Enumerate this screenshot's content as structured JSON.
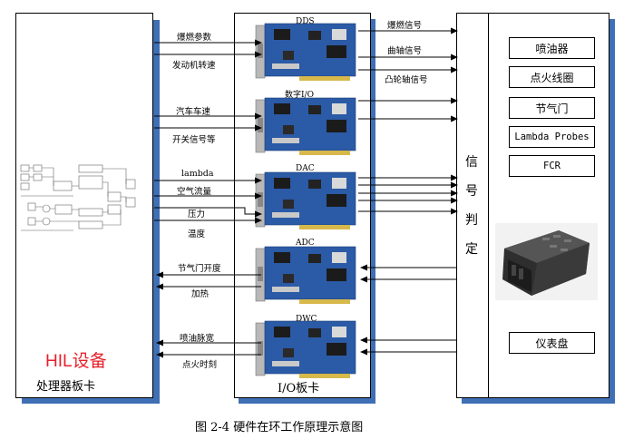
{
  "hil": {
    "title": "HIL设备",
    "subtitle": "处理器板卡",
    "title_color": "#e8202a"
  },
  "io": {
    "caption": "I/O板卡",
    "cards": [
      "DDS",
      "数字I/O",
      "DAC",
      "ADC",
      "DWC"
    ]
  },
  "inputs_to_io": [
    {
      "text": "爆燃参数"
    },
    {
      "text": "发动机转速"
    },
    {
      "text": "汽车车速"
    },
    {
      "text": "开关信号等"
    },
    {
      "text": "lambda"
    },
    {
      "text": "空气流量"
    },
    {
      "text": "压力"
    },
    {
      "text": "温度"
    }
  ],
  "outputs_to_hil": [
    {
      "text": "节气门开度"
    },
    {
      "text": "加热"
    },
    {
      "text": "喷油脉宽"
    },
    {
      "text": "点火时刻"
    }
  ],
  "io_to_signal": [
    {
      "text": "爆燃信号"
    },
    {
      "text": "曲轴信号"
    },
    {
      "text": "凸轮轴信号"
    }
  ],
  "signal": {
    "chars": [
      "信",
      "号",
      "判",
      "定"
    ]
  },
  "right_panel": {
    "items": [
      "喷油器",
      "点火线圈",
      "节气门",
      "Lambda Probes",
      "FCR"
    ],
    "bottom_item": "仪表盘"
  },
  "figure_caption": "图 2-4  硬件在环工作原理示意图",
  "colors": {
    "shadow": "#3f6fb4",
    "pcb": "#2b5aa6",
    "bracket": "#b8b8b8"
  }
}
